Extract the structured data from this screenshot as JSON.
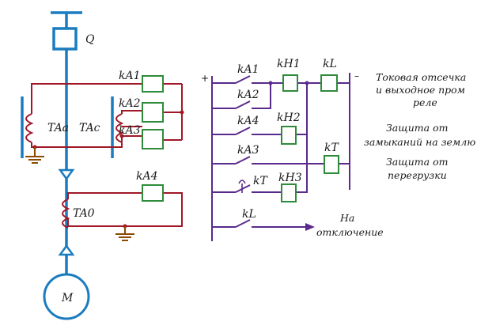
{
  "labels": {
    "breaker": "Q",
    "ta_a": "TAa",
    "ta_c": "TAc",
    "ta_0": "TA0",
    "motor": "M",
    "ka1": "kA1",
    "ka2": "kA2",
    "ka3": "kA3",
    "ka4": "kA4",
    "kh1": "kH1",
    "kh2": "kH2",
    "kh3": "kH3",
    "kl": "kL",
    "kt": "kT",
    "plus": "+",
    "minus": "–"
  },
  "descriptions": {
    "cutoff_line1": "Токовая отсечка",
    "cutoff_line2": "и выходное пром",
    "cutoff_line3": "реле",
    "ground_line1": "Защита от",
    "ground_line2": "замыканий на землю",
    "overload_line1": "Защита от",
    "overload_line2": "перегрузки",
    "trip_line1": "На",
    "trip_line2": "отключение"
  },
  "colors": {
    "power_line": "#1a7cc0",
    "secondary_circuit": "#a01828",
    "control_circuit": "#5a2a8c",
    "coil": "#2e8b3a",
    "ground": "#8a4a00"
  }
}
